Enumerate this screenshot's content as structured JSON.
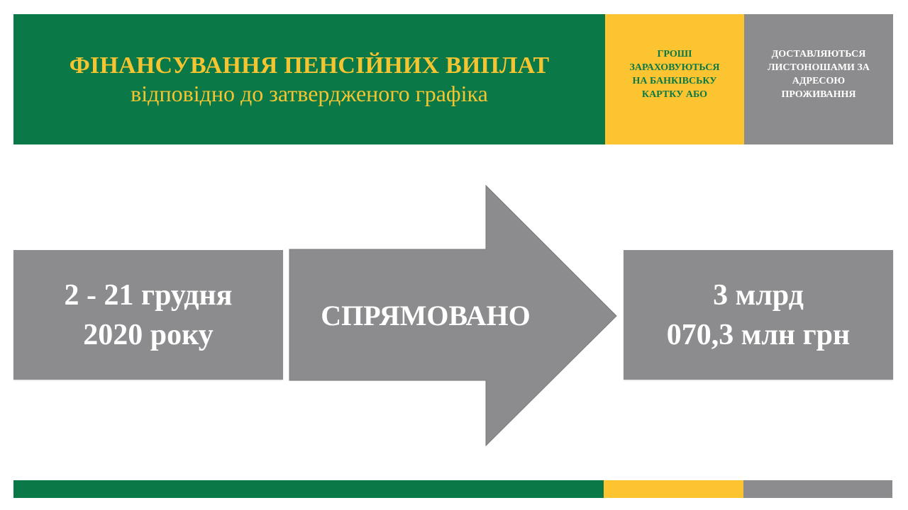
{
  "colors": {
    "green": "#0a7847",
    "yellow": "#fcc431",
    "gray": "#8c8c8e",
    "title_text": "#f5c431",
    "white": "#ffffff"
  },
  "header": {
    "title": "ФІНАНСУВАННЯ ПЕНСІЙНИХ ВИПЛАТ",
    "subtitle": "відповідно до затвердженого графіка",
    "card_option": "ГРОШІ ЗАРАХОВУЮТЬСЯ НА БАНКІВСЬКУ КАРТКУ АБО",
    "post_option": "ДОСТАВЛЯЮТЬСЯ ЛИСТОНОШАМИ ЗА АДРЕСОЮ ПРОЖИВАННЯ"
  },
  "period": {
    "line1": "2 - 21 грудня",
    "line2": "2020 року"
  },
  "arrow": {
    "label": "СПРЯМОВАНО"
  },
  "amount": {
    "line1": "3 млрд",
    "line2": "070,3 млн грн"
  }
}
